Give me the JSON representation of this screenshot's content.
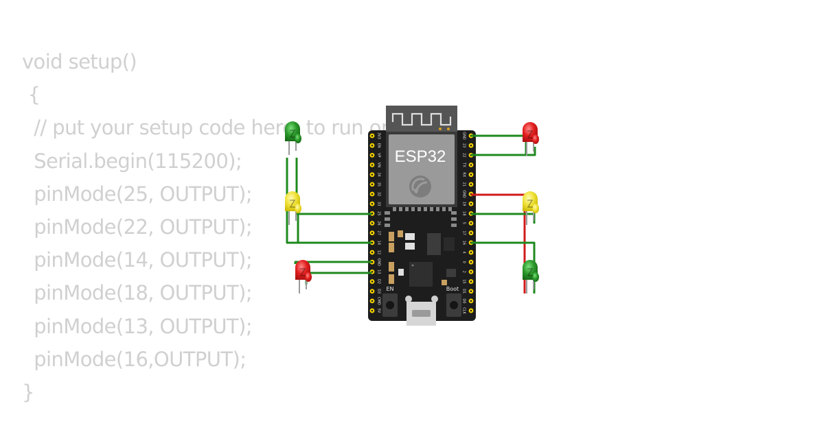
{
  "code": {
    "lines": [
      "void setup()",
      " {",
      "  // put your setup code here, to run once:",
      "  Serial.begin(115200);",
      "  pinMode(25, OUTPUT);",
      "  pinMode(22, OUTPUT);",
      "  pinMode(14, OUTPUT);",
      "  pinMode(18, OUTPUT);",
      "  pinMode(13, OUTPUT);",
      "  pinMode(16,OUTPUT);",
      "}"
    ]
  },
  "board": {
    "label": "ESP32",
    "en_label": "EN",
    "boot_label": "Boot",
    "left_pins": [
      "3V3",
      "EN",
      "VP",
      "VN",
      "34",
      "35",
      "32",
      "33",
      "25",
      "26",
      "27",
      "14",
      "12",
      "GND",
      "13",
      "D2",
      "D3",
      "CMD",
      "5V"
    ],
    "right_pins": [
      "GND",
      "23",
      "22",
      "TX",
      "RX",
      "21",
      "GND",
      "19",
      "18",
      "5",
      "17",
      "16",
      "4",
      "0",
      "2",
      "15",
      "D1",
      "D0",
      "CLK"
    ]
  },
  "leds": [
    {
      "id": "led-green-left-top",
      "color": "green"
    },
    {
      "id": "led-yellow-left",
      "color": "yellow"
    },
    {
      "id": "led-red-left",
      "color": "red"
    },
    {
      "id": "led-red-right-top",
      "color": "red"
    },
    {
      "id": "led-yellow-right",
      "color": "yellow"
    },
    {
      "id": "led-green-right-bottom",
      "color": "green"
    }
  ],
  "colors": {
    "code_text": "#d0d0d0",
    "board": "#1d1d1d",
    "module": "#6a6a6a",
    "wire_green": "#1e8a1e",
    "wire_red": "#d11a1a",
    "pin": "#f5d400"
  }
}
